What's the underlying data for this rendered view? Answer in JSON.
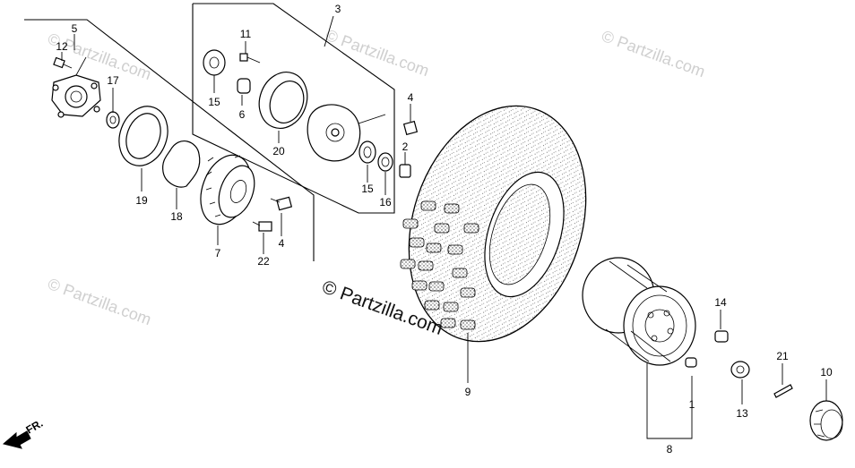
{
  "diagram": {
    "callouts": {
      "p1": "1",
      "p2": "2",
      "p3": "3",
      "p4a": "4",
      "p4b": "4",
      "p5": "5",
      "p6": "6",
      "p7": "7",
      "p8": "8",
      "p9": "9",
      "p10": "10",
      "p11": "11",
      "p12": "12",
      "p13": "13",
      "p14": "14",
      "p15a": "15",
      "p15b": "15",
      "p16": "16",
      "p17": "17",
      "p18": "18",
      "p19": "19",
      "p20": "20",
      "p21": "21",
      "p22": "22"
    },
    "watermark_main": "© Partzilla.com",
    "watermark_faint": "© Partzilla.com",
    "direction_label": "FR."
  }
}
